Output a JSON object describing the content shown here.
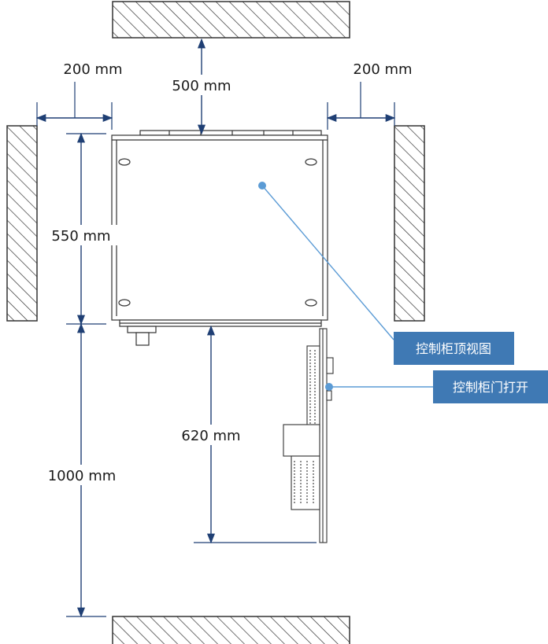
{
  "top_caption": "",
  "dimensions": {
    "side_left": "200 mm",
    "side_right": "200 mm",
    "top_clearance": "500 mm",
    "cabinet_depth": "550 mm",
    "door_swing": "620 mm",
    "front_clearance": "1000 mm"
  },
  "callouts": {
    "top_view": "控制柜顶视图",
    "door_open": "控制柜门打开"
  },
  "colors": {
    "line": "#1f3f74",
    "callout_fill": "#3f79b4",
    "callout_line": "#5b9bd5",
    "outline": "#333333"
  }
}
